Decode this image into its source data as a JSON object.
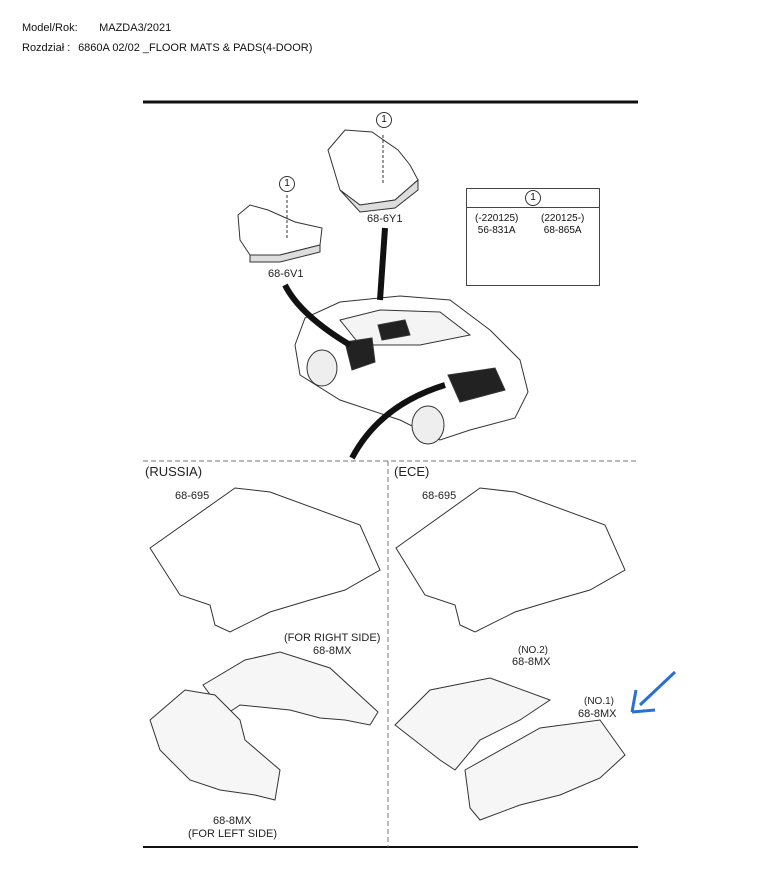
{
  "header": {
    "model_label": "Model/Rok:",
    "model_value": "MAZDA3/2021",
    "section_label": "Rozdział :",
    "section_value": "6860A 02/02 _FLOOR MATS & PADS(4-DOOR)"
  },
  "diagram": {
    "callout_number": "1",
    "part_68_6Y1": "68-6Y1",
    "part_68_6V1": "68-6V1",
    "legend": {
      "left_range": "(-220125)",
      "left_part": "56-831A",
      "right_range": "(220125-)",
      "right_part": "68-865A"
    },
    "russia": {
      "title": "(RUSSIA)",
      "mat_part": "68-695",
      "right_note": "(FOR RIGHT SIDE)",
      "right_part": "68-8MX",
      "left_part": "68-8MX",
      "left_note": "(FOR LEFT SIDE)"
    },
    "ece": {
      "title": "(ECE)",
      "mat_part": "68-695",
      "no2_note": "(NO.2)",
      "no2_part": "68-8MX",
      "no1_note": "(NO.1)",
      "no1_part": "68-8MX"
    },
    "arrow_color": "#2a6fd6"
  }
}
